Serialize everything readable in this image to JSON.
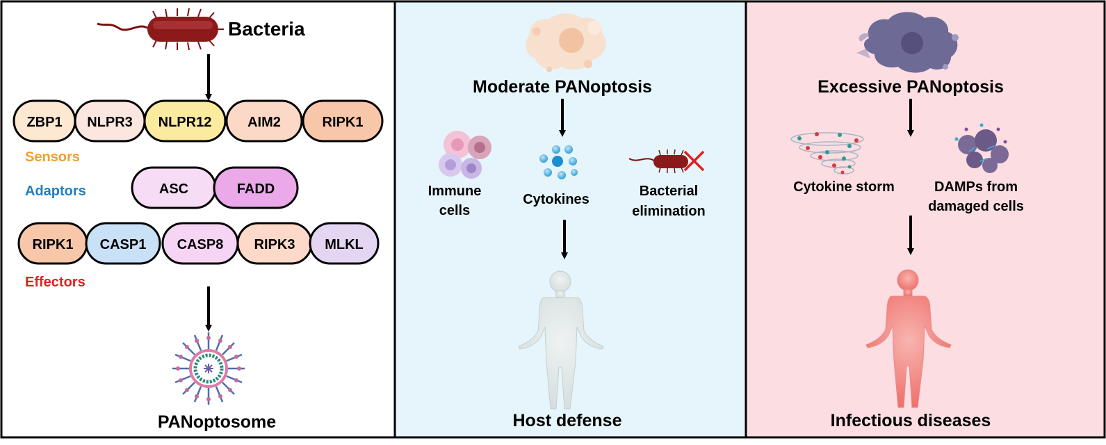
{
  "left_panel": {
    "bacteria_label": "Bacteria",
    "sensors_label": "Sensors",
    "adaptors_label": "Adaptors",
    "effectors_label": "Effectors",
    "sensors": [
      "ZBP1",
      "NLPR3",
      "NLPR12",
      "AIM2",
      "RIPK1"
    ],
    "adaptors": [
      "ASC",
      "FADD"
    ],
    "effectors": [
      "RIPK1",
      "CASP1",
      "CASP8",
      "RIPK3",
      "MLKL"
    ],
    "bottom_label": "PANoptosome"
  },
  "middle_panel": {
    "title": "Moderate PANoptosis",
    "immune_line1": "Immune",
    "immune_line2": "cells",
    "cytokines": "Cytokines",
    "bacterial_line1": "Bacterial",
    "bacterial_line2": "elimination",
    "bottom_label": "Host defense"
  },
  "right_panel": {
    "title": "Excessive PANoptosis",
    "cytokine_storm": "Cytokine storm",
    "damps_line1": "DAMPs from",
    "damps_line2": "damaged cells",
    "bottom_label": "Infectious diseases"
  },
  "colors": {
    "sensors": "#f0a030",
    "adaptors": "#1f7fc4",
    "effectors": "#e02020",
    "middle_bg": "#e6f4fb",
    "right_bg": "#fbdde2",
    "pill_zbp1": "#fde9d2",
    "pill_nlpr3": "#fbe6e0",
    "pill_nlpr12": "#fbeb9e",
    "pill_aim2": "#fcd9c6",
    "pill_ripk1": "#f8c7a9",
    "pill_asc": "#f6dcf5",
    "pill_fadd": "#eba9e9",
    "pill_casp1": "#c9e1f6",
    "pill_casp8": "#f6d5f4",
    "pill_ripk3": "#fcd9c8",
    "pill_mlkl": "#e4d6f3"
  }
}
